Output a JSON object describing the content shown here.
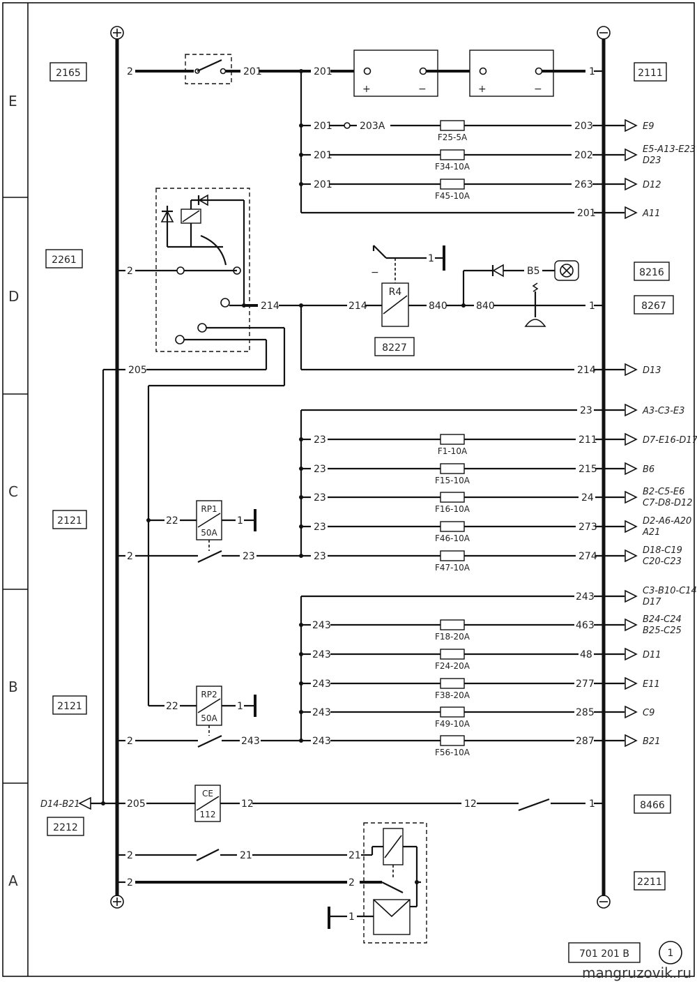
{
  "zones": [
    "E",
    "D",
    "C",
    "B",
    "A"
  ],
  "connectors": {
    "c2165": "2165",
    "c2111": "2111",
    "c2261": "2261",
    "c8216": "8216",
    "c8267": "8267",
    "c8227": "8227",
    "c2121a": "2121",
    "c2121b": "2121",
    "c2212": "2212",
    "c8466": "8466",
    "c2211": "2211"
  },
  "components": {
    "r4": "R4",
    "rp1": "RP1",
    "rp1_rating": "50A",
    "rp2": "RP2",
    "rp2_rating": "50A",
    "ce": "CE",
    "ce_num": "112",
    "b5": "B5",
    "bus_plus": "+",
    "bus_minus": "−"
  },
  "wires": {
    "w2": "2",
    "w201": "201",
    "w203a": "203A",
    "w203": "203",
    "w202": "202",
    "w263": "263",
    "w214": "214",
    "w840": "840",
    "w205": "205",
    "w1": "1",
    "w23": "23",
    "w211": "211",
    "w215": "215",
    "w24": "24",
    "w273": "273",
    "w274": "274",
    "w22": "22",
    "w243": "243",
    "w463": "463",
    "w48": "48",
    "w277": "277",
    "w285": "285",
    "w287": "287",
    "w12": "12",
    "w21": "21"
  },
  "fuses": {
    "f25": "F25-5A",
    "f34": "F34-10A",
    "f45": "F45-10A",
    "f1": "F1-10A",
    "f15": "F15-10A",
    "f16": "F16-10A",
    "f46": "F46-10A",
    "f47": "F47-10A",
    "f18": "F18-20A",
    "f24": "F24-20A",
    "f38": "F38-20A",
    "f49": "F49-10A",
    "f56": "F56-10A"
  },
  "refs": {
    "e9": "E9",
    "e5": "E5-A13-E23",
    "e5b": "D23",
    "d12": "D12",
    "a11": "A11",
    "d13": "D13",
    "a3": "A3-C3-E3",
    "d7": "D7-E16-D17",
    "b6": "B6",
    "b2": "B2-C5-E6",
    "b2b": "C7-D8-D12",
    "d2": "D2-A6-A20",
    "d2b": "A21",
    "d18": "D18-C19",
    "d18b": "C20-C23",
    "c3": "C3-B10-C14",
    "c3b": "D17",
    "b24": "B24-C24",
    "b24b": "B25-C25",
    "d11": "D11",
    "e11": "E11",
    "c9": "C9",
    "b21": "B21",
    "d14": "D14-B21"
  },
  "footer": {
    "doc_number": "701 201 B",
    "sheet": "1",
    "watermark": "mangruzovik.ru"
  }
}
